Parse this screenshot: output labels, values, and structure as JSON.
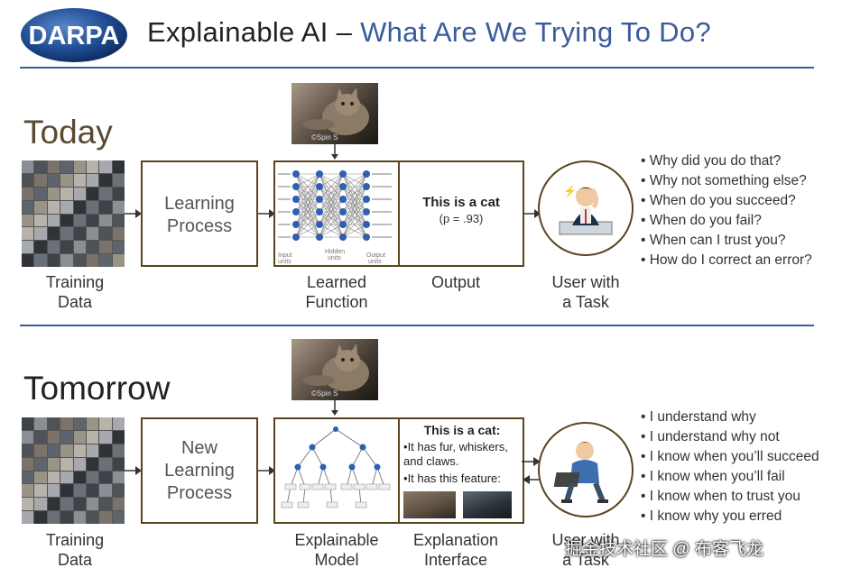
{
  "header": {
    "logo_text": "DARPA",
    "title_part1": "Explainable AI –",
    "title_part2": "What Are We Trying To Do?"
  },
  "today": {
    "label": "Today",
    "training_caption_1": "Training",
    "training_caption_2": "Data",
    "process_label_1": "Learning",
    "process_label_2": "Process",
    "function_caption_1": "Learned",
    "function_caption_2": "Function",
    "nn_labels": [
      "Input units",
      "Hidden units",
      "Output units"
    ],
    "output_title": "This is a cat",
    "output_prob": "(p = .93)",
    "output_caption": "Output",
    "user_caption_1": "User with",
    "user_caption_2": "a Task",
    "questions": [
      "Why did you do that?",
      "Why not something else?",
      "When do you succeed?",
      "When do you fail?",
      "When can I trust you?",
      "How do I correct an error?"
    ]
  },
  "tomorrow": {
    "label": "Tomorrow",
    "training_caption_1": "Training",
    "training_caption_2": "Data",
    "process_label_1": "New",
    "process_label_2": "Learning",
    "process_label_3": "Process",
    "model_caption_1": "Explainable",
    "model_caption_2": "Model",
    "explain_title": "This is a cat:",
    "explain_bullet_1": "It has fur, whiskers, and claws.",
    "explain_bullet_2": "It has this feature:",
    "interface_caption_1": "Explanation",
    "interface_caption_2": "Interface",
    "user_caption_1": "User with",
    "user_caption_2": "a Task",
    "statements": [
      "I understand why",
      "I understand why not",
      "I know when you’ll succeed",
      "I know when you’ll fail",
      "I know when to trust you",
      "I know why you erred"
    ]
  },
  "photo_caption": "©Spin S",
  "watermark": "掘金技术社区 @ 布客飞龙",
  "colors": {
    "title_blue": "#3a5c9a",
    "box_border": "#5a4520",
    "node_blue": "#2f5fb0"
  }
}
